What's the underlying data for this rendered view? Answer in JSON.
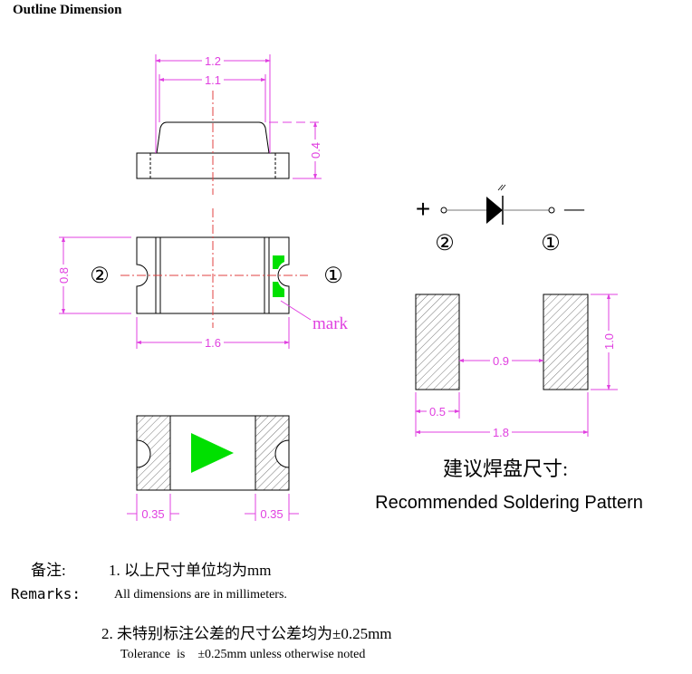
{
  "title": "Outline Dimension",
  "top_view": {
    "dim_width_outer": "1.2",
    "dim_width_inner": "1.1",
    "dim_height": "0.4"
  },
  "front_view": {
    "dim_height": "0.8",
    "dim_length": "1.6",
    "pin2_label": "②",
    "pin1_label": "①",
    "mark_label": "mark"
  },
  "bottom_view": {
    "dim_pad_left": "0.35",
    "dim_pad_right": "0.35"
  },
  "symbol": {
    "plus": "+",
    "minus": "—",
    "pin2_label": "②",
    "pin1_label": "①"
  },
  "soldering": {
    "dim_pad_height": "1.0",
    "dim_gap": "0.9",
    "dim_pad_width": "0.5",
    "dim_total": "1.8",
    "title_cn": "建议焊盘尺寸:",
    "title_en": "Recommended  Soldering  Pattern"
  },
  "notes": {
    "label_cn": "备注:",
    "label_en": "Remarks:",
    "note1_cn": "1. 以上尺寸单位均为mm",
    "note1_en": "All dimensions are in millimeters.",
    "note2_cn": "2. 未特别标注公差的尺寸公差均为±0.25mm",
    "note2_en": "Tolerance  is    ±0.25mm unless otherwise noted"
  },
  "colors": {
    "dimension": "#e040e0",
    "mark": "#00e000",
    "centerline": "#e04040"
  }
}
